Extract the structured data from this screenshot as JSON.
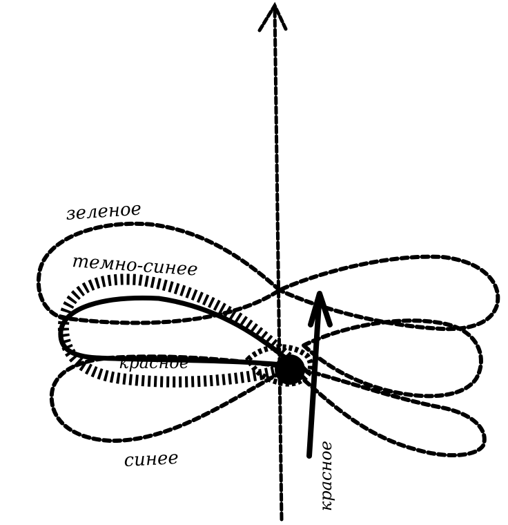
{
  "diagram": {
    "labels": {
      "green": "зеленое",
      "dark_blue": "темно-синее",
      "red_loop": "красное",
      "blue": "синее",
      "red_arrow": "красное"
    },
    "colors": {
      "ink": "#000000",
      "background": "#ffffff"
    }
  }
}
